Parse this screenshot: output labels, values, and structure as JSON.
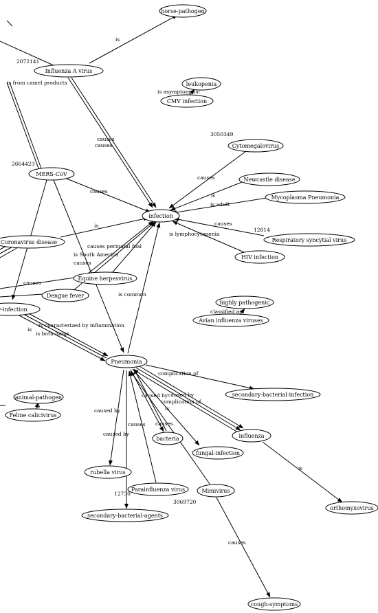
{
  "nodes": {
    "horse_pathogen": "horse-pathogen",
    "influenza_a": "Influenza A virus",
    "leukopenia": "leukopenia",
    "cmv_infection": "CMV infection",
    "cytomegalovirus": "Cytomegalovirus",
    "mers": "MERS-CoV",
    "newcastle": "Newcastle disease",
    "mycoplasma": "Mycoplasma Pneumonia",
    "infection": "infection",
    "rsv": "Respiratory syncytial virus",
    "coronavirus": "Coronavirus disease",
    "hiv": "HIV infection",
    "equine_herpes": "Equine herpesvirus",
    "dengue": "Dengue fever",
    "resp_infection": "ry-infection",
    "highly_pathogenic": "highly pathogenic",
    "avian_influenza": "Avian influenza viruses",
    "pneumonia": "Pneumonia",
    "secondary_bacterial_infection": "secondary-bacterial-infection",
    "animal_pathogen": "animal-pathogen",
    "feline_calicivirus": "Feline calicivirus",
    "bacteria": "bacteria",
    "influenza": "influenza",
    "fungal_infection": "fungal-infection",
    "rubella": "rubella virus",
    "parainfluenza": "Parainfluenza virus",
    "mimivirus": "Mimivirus",
    "orthomyxovirus": "orthomyxovirus",
    "secondary_bacterial_agents": "secondary-bacterial-agents",
    "cough": "cough-symptoms"
  },
  "edge_labels": {
    "is_horse": "is",
    "camel": "is from camel products",
    "causes1": "causes",
    "causes2": "causes",
    "is_asymptomatic": "is asymptomatic",
    "causes_cmv": "causes",
    "is_newcastle": "is",
    "is_adult": "is adult",
    "causes_rsv": "causes",
    "is_lymphocytopenia": "is lymphocytopenia",
    "causes_mers": "causes",
    "is_coronavirus": "is",
    "causes_coronavirus": "causes",
    "perinatal": "causes perinatal foal",
    "south_america": "is South America",
    "causes_equine": "causes",
    "causes_dengue": "causes",
    "is_common": "is common",
    "classified_as": "classified as",
    "inflammation": "is characterized by inflammation",
    "is_resp": "is",
    "lungs": "is both lungs",
    "complication1": "complication of",
    "caused_by1": "caused by",
    "complication2": "complication of",
    "is_pneu": "is",
    "caused_by2": "caused by",
    "causes_bacteria": "causes",
    "caused_by3": "caused by",
    "caused_by4": "caused by",
    "causes_para": "causes",
    "is_ortho": "is",
    "causes_cough": "causes",
    "is_feline": "is"
  },
  "numbers": {
    "n1": "2072141",
    "n2": "2664423",
    "n3": "3050349",
    "n4": "12814",
    "n5": "12730",
    "n6": "3069720"
  }
}
